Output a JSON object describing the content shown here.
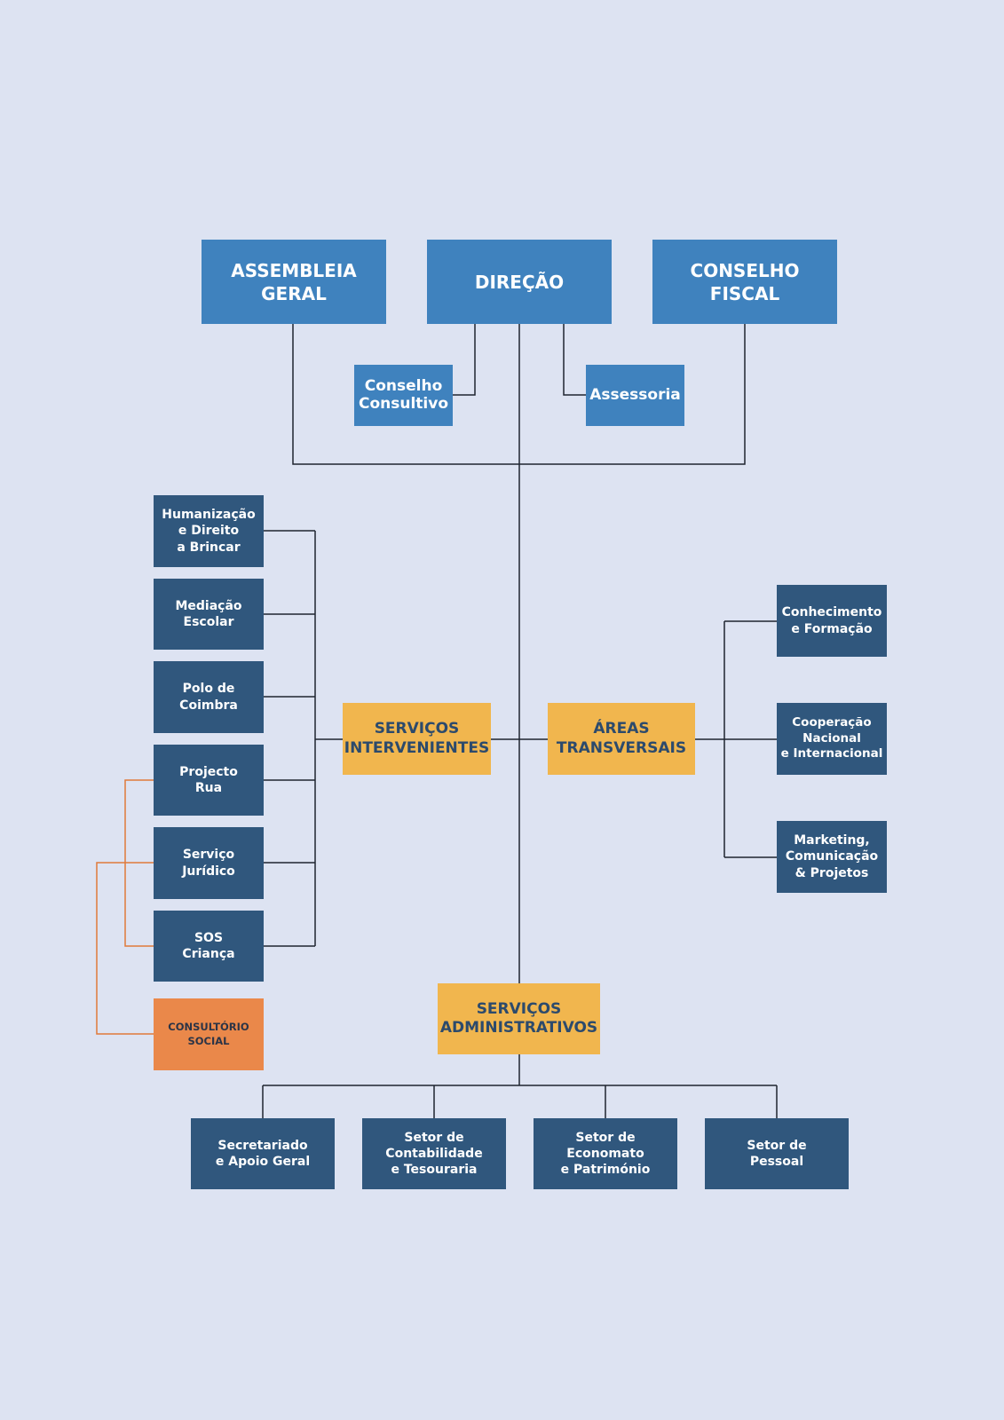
{
  "colors": {
    "background": "#dde3f2",
    "top_box": "#3f82be",
    "service_box": "#f1b64e",
    "unit_box": "#30577d",
    "highlight_box": "#ea884a",
    "connector": "#1f2430",
    "highlight_connector": "#e07a3a"
  },
  "governance": {
    "assembleia": "ASSEMBLEIA\nGERAL",
    "direcao": "DIREÇÃO",
    "conselho_fiscal": "CONSELHO\nFISCAL",
    "conselho_consultivo": "Conselho\nConsultivo",
    "assessoria": "Assessoria"
  },
  "servicos_intervenientes": {
    "label": "SERVIÇOS\nINTERVENIENTES",
    "units": [
      "Humanização\ne Direito\na Brincar",
      "Mediação\nEscolar",
      "Polo de\nCoimbra",
      "Projecto\nRua",
      "Serviço\nJurídico",
      "SOS\nCriança"
    ],
    "consultorio": "CONSULTÓRIO\nSOCIAL"
  },
  "areas_transversais": {
    "label": "ÁREAS\nTRANSVERSAIS",
    "units": [
      "Conhecimento\ne Formação",
      "Cooperação\nNacional\ne Internacional",
      "Marketing,\nComunicação\n& Projetos"
    ]
  },
  "servicos_administrativos": {
    "label": "SERVIÇOS\nADMINISTRATIVOS",
    "units": [
      "Secretariado\ne Apoio Geral",
      "Setor de\nContabilidade\ne Tesouraria",
      "Setor de\nEconomato\ne Património",
      "Setor de\nPessoal"
    ]
  }
}
